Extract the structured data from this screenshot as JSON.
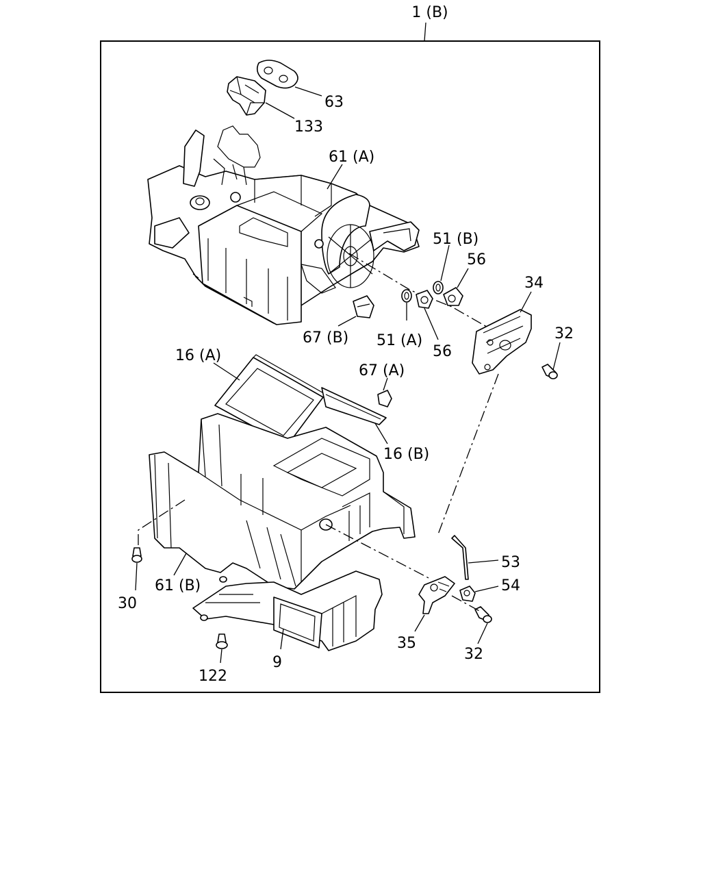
{
  "diagram": {
    "assembly_label": "1 (B)",
    "callouts": {
      "p63": "63",
      "p133": "133",
      "p61a": "61 (A)",
      "p51b": "51 (B)",
      "p56_top": "56",
      "p34": "34",
      "p32_top": "32",
      "p67b": "67 (B)",
      "p51a": "51 (A)",
      "p56_bottom": "56",
      "p16a": "16 (A)",
      "p67a": "67 (A)",
      "p16b": "16 (B)",
      "p53": "53",
      "p54": "54",
      "p30": "30",
      "p61b": "61 (B)",
      "p35": "35",
      "p32_bottom": "32",
      "p122": "122",
      "p9": "9"
    }
  }
}
